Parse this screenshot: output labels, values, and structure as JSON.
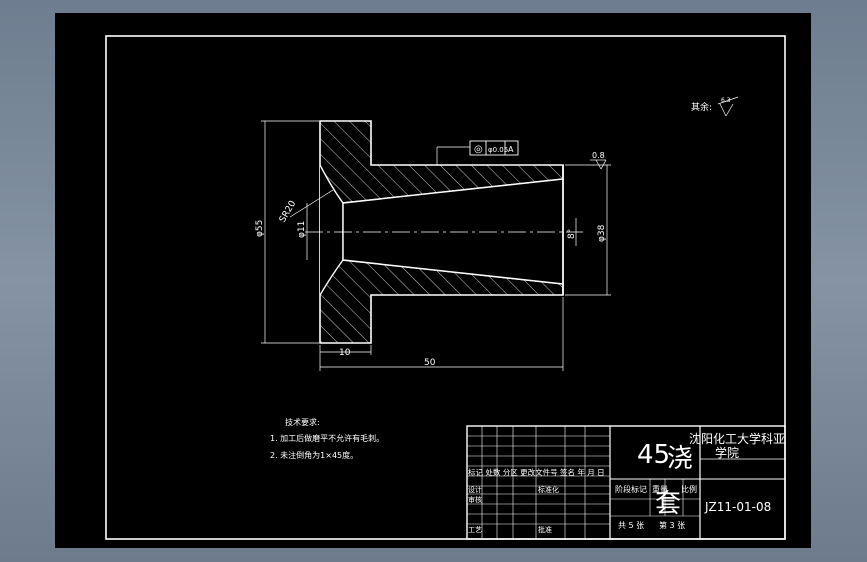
{
  "drawing": {
    "title_block": {
      "material": "45",
      "part_name_chars": [
        "浇",
        "套"
      ],
      "school_line1": "沈阳化工大学科亚",
      "school_line2": "学院",
      "drawing_number": "JZ11-01-08",
      "header_row": "标记 处数 分区 更改文件号 签名 年 月 日",
      "row_design": "设计",
      "row_check": "审核",
      "row_craft": "工艺",
      "standardize": "标准化",
      "approve": "批准",
      "stage_mark": "阶段标记",
      "weight": "重量",
      "scale": "比例",
      "sheet_total": "共 5 张",
      "sheet_no": "第 3 张"
    },
    "tech_requirements": {
      "heading": "技术要求:",
      "items": [
        "1. 加工后做磨平不允许有毛刺。",
        "2. 未注倒角为1×45度。"
      ]
    },
    "roughness": {
      "label": "其余:",
      "value": "6.3"
    },
    "dimensions": {
      "sphere_radius": "SR20",
      "flange_dia": "φ55",
      "bore_small_dia": "φ11",
      "bore_angle": "8°",
      "shank_dia": "φ38",
      "flange_thickness": "10",
      "overall_length": "50",
      "surface_finish": "0.8",
      "tolerance_symbol": "◎",
      "tolerance_value": "φ0.05",
      "datum": "A"
    }
  }
}
